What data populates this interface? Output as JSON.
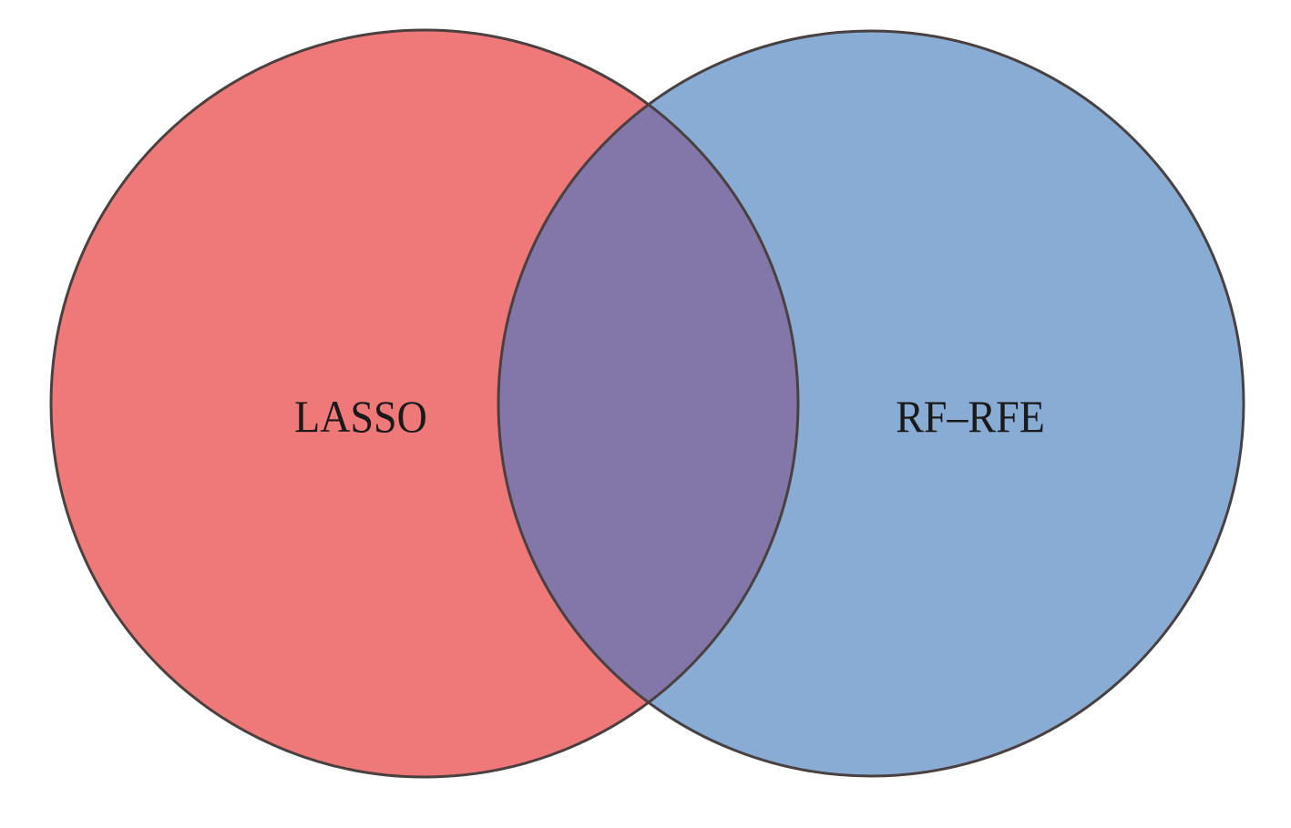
{
  "chart_data": {
    "type": "venn",
    "sets": [
      {
        "name": "LASSO",
        "color": "#EF7878"
      },
      {
        "name": "RF–RFE",
        "color": "#89ACD4"
      }
    ],
    "overlap_color": "#8277A8",
    "outline_color": "#4a4040"
  }
}
